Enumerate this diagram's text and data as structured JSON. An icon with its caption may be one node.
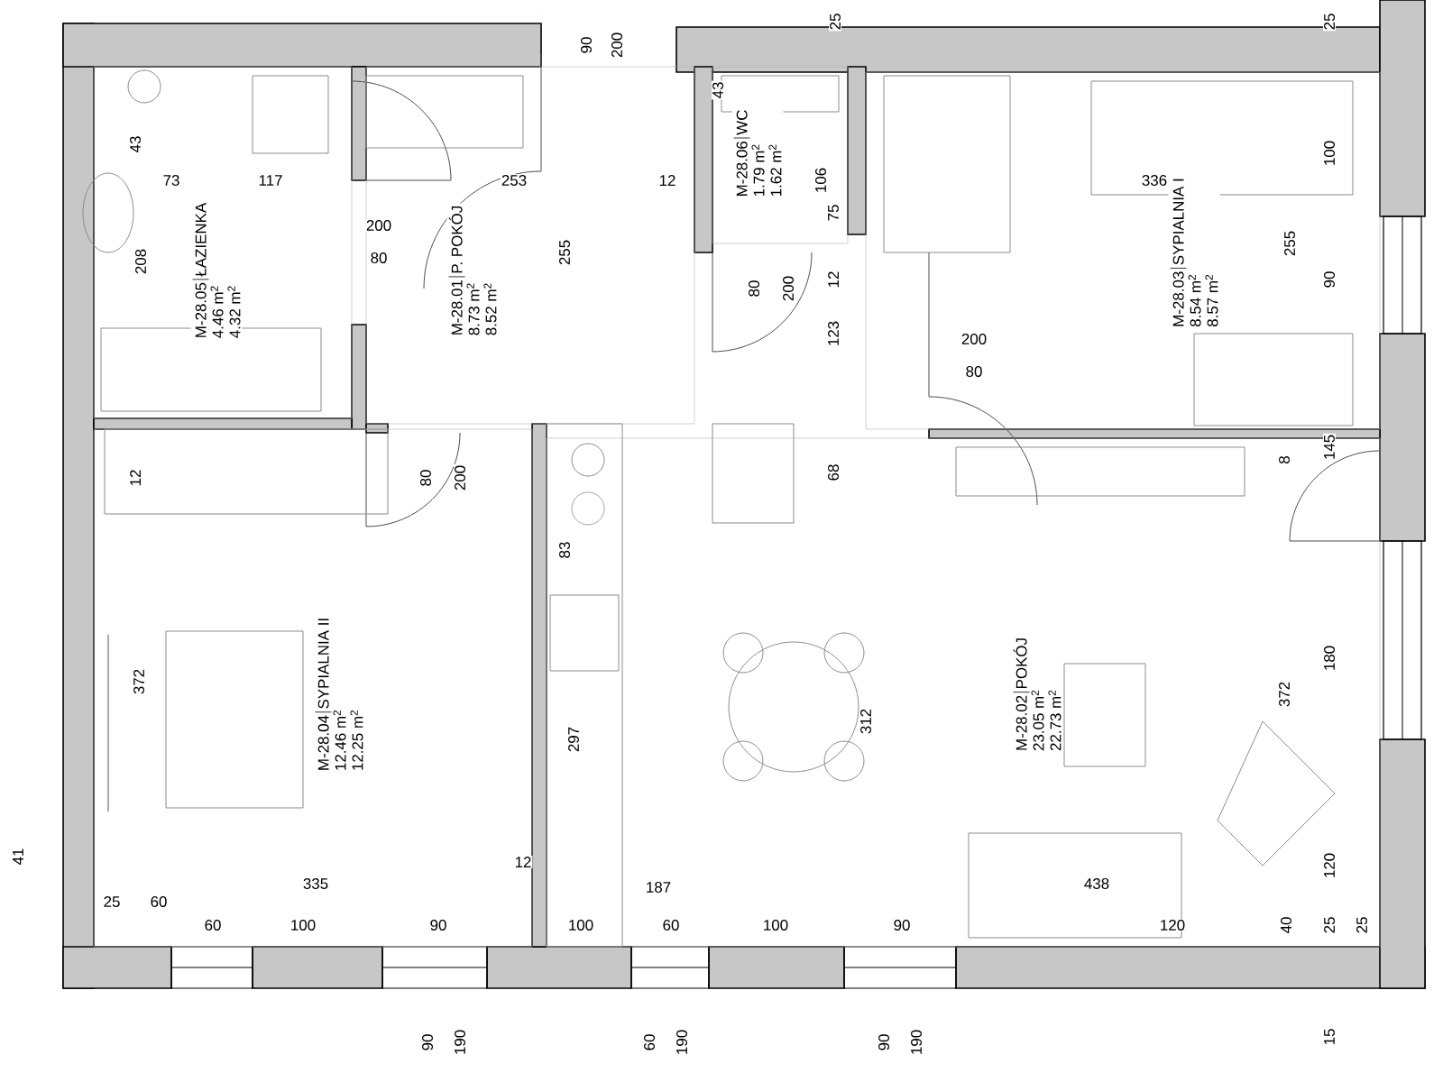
{
  "diagram": {
    "nodes": [
      {
        "text": [
          "M-28.05",
          "ŁAZIENKA",
          "4.46 m$^{2}$",
          "4.32 m$^{2}$"
        ]
      },
      {
        "text": [
          "M-28.01",
          "P. POKÓJ",
          "8.73 m$^{2}$",
          "8.52 m$^{2}$"
        ]
      },
      {
        "text": [
          "M-28.06",
          "WC",
          "1.79 m$^{2}$",
          "1.62 m$^{2}$"
        ]
      },
      {
        "text": [
          "M-28.03",
          "SYPIALNIA I",
          "8.54 m$^{2}$",
          "8.57 m$^{2}$"
        ]
      },
      {
        "text": [
          "M-28.04",
          "SYPIALNIA II",
          "12.46 m$^{2}$",
          "12.25 m$^{2}$"
        ]
      },
      {
        "text": [
          "M-28.02",
          "POKÓJ",
          "23.05 m$^{2}$",
          "22.73 m$^{2}$"
        ]
      }
    ],
    "edges": [],
    "labels": [
      "25",
      "90",
      "200",
      "25",
      "43",
      "43",
      "73",
      "117",
      "253",
      "12",
      "106",
      "336",
      "100",
      "75",
      "200",
      "80",
      "255",
      "255",
      "90",
      "208",
      "80",
      "200",
      "12",
      "123",
      "200",
      "80",
      "12",
      "80",
      "200",
      "68",
      "8",
      "145",
      "83",
      "372",
      "312",
      "297",
      "372",
      "180",
      "12",
      "335",
      "187",
      "438",
      "120",
      "25",
      "60",
      "60",
      "100",
      "90",
      "100",
      "60",
      "100",
      "90",
      "120",
      "40",
      "25",
      "25",
      "41",
      "90",
      "190",
      "60",
      "190",
      "90",
      "190",
      "15"
    ]
  }
}
